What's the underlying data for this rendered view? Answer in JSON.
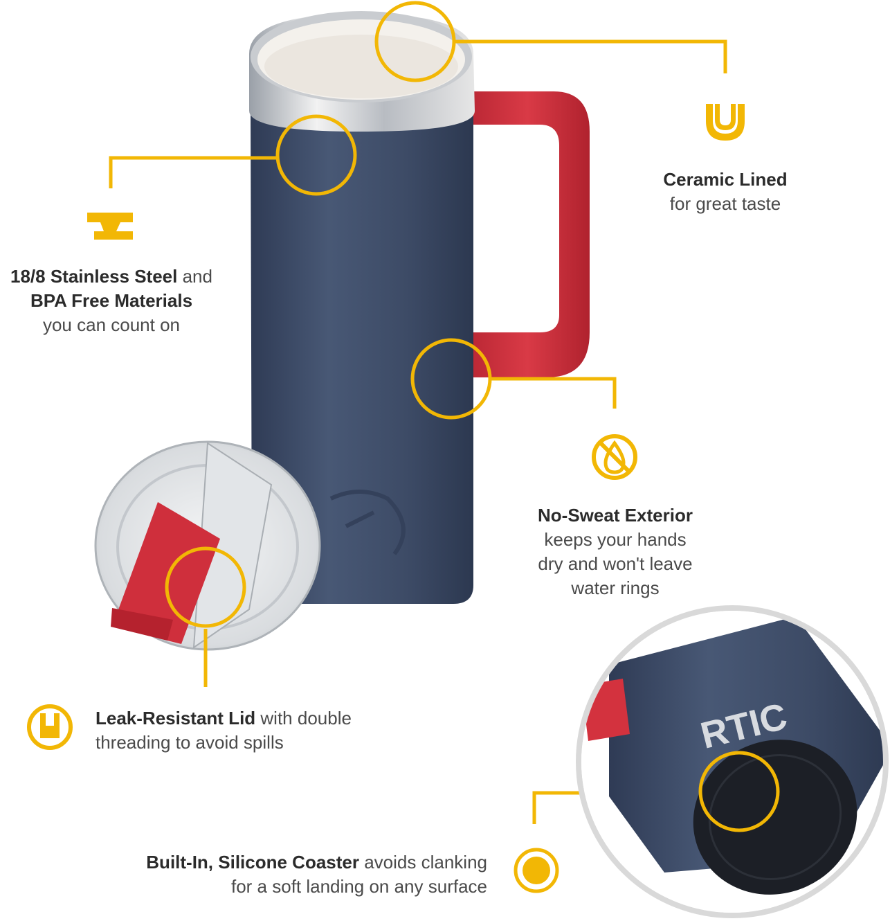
{
  "colors": {
    "accent": "#f2b705",
    "body": "#3f4d68",
    "handle": "#d3323e",
    "text": "#3a3a3a"
  },
  "features": {
    "ceramic": {
      "bold": "Ceramic Lined",
      "rest": "",
      "line2": "for great taste",
      "icon": "u-shape-icon"
    },
    "steel": {
      "bold": "18/8 Stainless Steel",
      "rest": " and",
      "line2": "BPA Free Materials",
      "line3": "you can count on",
      "icon": "anvil-icon"
    },
    "sweat": {
      "bold": "No-Sweat Exterior",
      "line2": "keeps your hands",
      "line3": "dry and won't leave",
      "line4": "water rings",
      "icon": "no-drop-icon"
    },
    "lid": {
      "bold": "Leak-Resistant Lid",
      "rest": " with double",
      "line2": "threading to avoid spills",
      "icon": "lid-icon"
    },
    "coaster": {
      "bold": "Built-In, Silicone Coaster",
      "rest": " avoids clanking",
      "line2": "for a soft landing on any surface",
      "icon": "coaster-dot-icon"
    }
  },
  "product": {
    "brand_logo": "RTIC"
  }
}
